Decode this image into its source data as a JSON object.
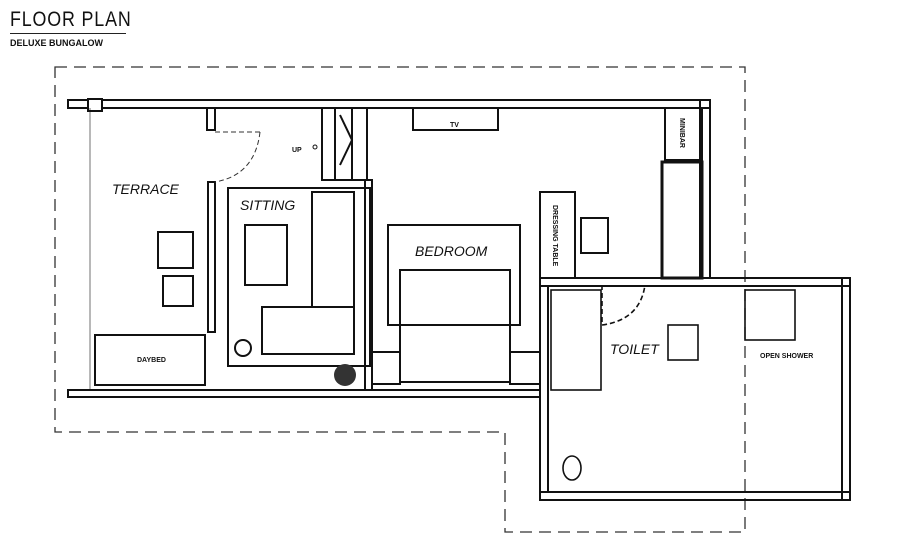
{
  "header": {
    "title": "FLOOR PLAN",
    "subtitle": "DELUXE BUNGALOW"
  },
  "rooms": {
    "terrace": "TERRACE",
    "sitting": "SITTING",
    "bedroom": "BEDROOM",
    "toilet": "TOILET",
    "open_shower": "OPEN SHOWER"
  },
  "fixtures": {
    "up": "UP",
    "tv": "TV",
    "minibar": "MINIBAR",
    "dressing_table": "DRESSING TABLE",
    "daybed": "DAYBED"
  }
}
